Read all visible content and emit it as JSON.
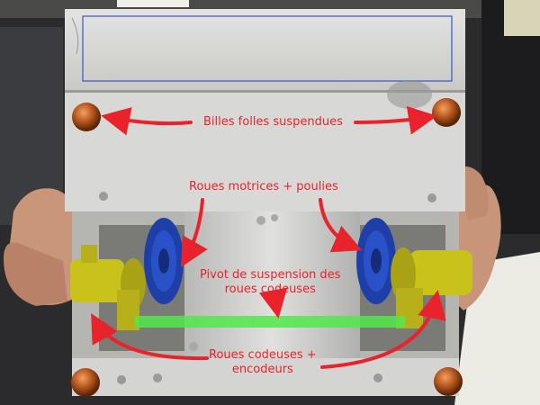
{
  "annotations": {
    "billes": "Billes folles suspendues",
    "motrices": "Roues motrices + poulies",
    "pivot_line1": "Pivot de suspension des",
    "pivot_line2": "roues codeuses",
    "codeuses_line1": "Roues codeuses +",
    "codeuses_line2": "encodeurs"
  },
  "colors": {
    "annotation": "#e8232b",
    "drive_wheel": "#1f3fa8",
    "encoder_wheel": "#c9c21a",
    "pivot_axle": "#52e84a",
    "caster_ball": "#b4551d"
  }
}
